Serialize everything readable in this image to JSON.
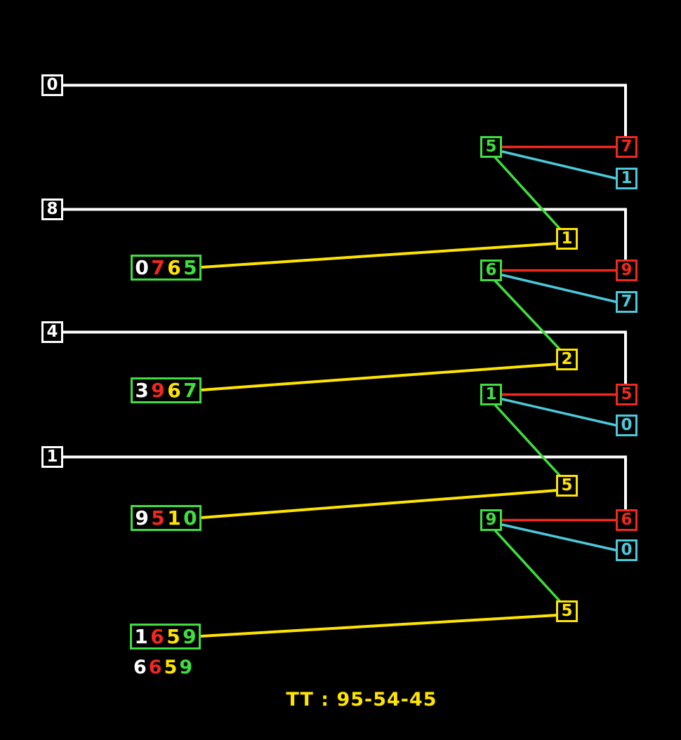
{
  "title": {
    "text": "TT : 95-54-45"
  },
  "palette": {
    "background": "#000000",
    "white": "#ffffff",
    "red": "#f2281e",
    "yellow": "#ffe400",
    "green": "#3fdf3f",
    "cyan": "#4cc9da"
  },
  "white_nodes": [
    {
      "label": "0"
    },
    {
      "label": "8"
    },
    {
      "label": "4"
    },
    {
      "label": "1"
    }
  ],
  "green_nodes": [
    {
      "label": "5"
    },
    {
      "label": "6"
    },
    {
      "label": "1"
    },
    {
      "label": "9"
    }
  ],
  "red_nodes": [
    {
      "label": "7"
    },
    {
      "label": "9"
    },
    {
      "label": "5"
    },
    {
      "label": "6"
    }
  ],
  "cyan_nodes": [
    {
      "label": "1"
    },
    {
      "label": "7"
    },
    {
      "label": "0"
    },
    {
      "label": "0"
    }
  ],
  "yellow_nodes": [
    {
      "label": "1"
    },
    {
      "label": "2"
    },
    {
      "label": "5"
    },
    {
      "label": "5"
    }
  ],
  "digit_groups": [
    {
      "digits": [
        "0",
        "7",
        "6",
        "5"
      ]
    },
    {
      "digits": [
        "3",
        "9",
        "6",
        "7"
      ]
    },
    {
      "digits": [
        "9",
        "5",
        "1",
        "0"
      ]
    },
    {
      "digits": [
        "1",
        "6",
        "5",
        "9"
      ]
    }
  ],
  "footer_digits": {
    "digits": [
      "6",
      "6",
      "5",
      "9"
    ]
  }
}
